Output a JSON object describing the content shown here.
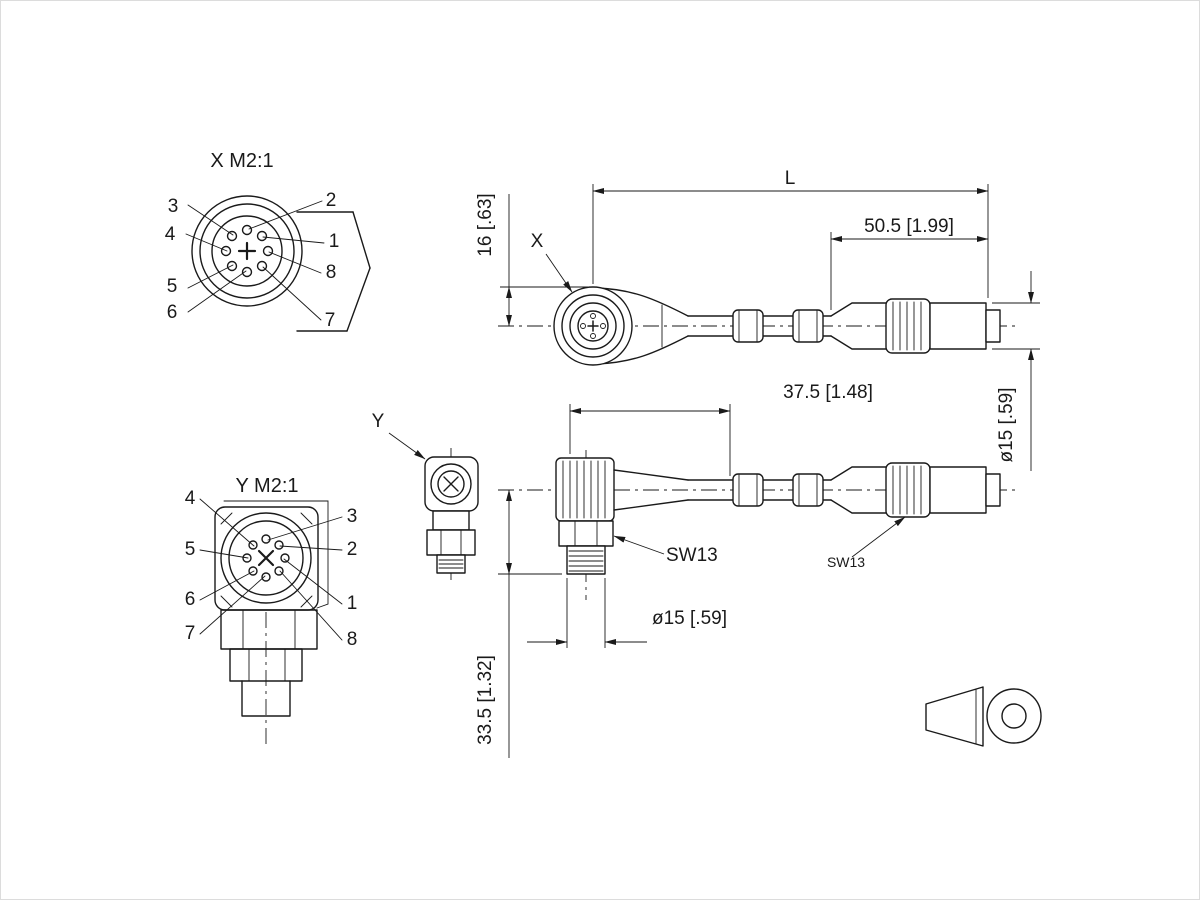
{
  "canvas": {
    "background": "#ffffff",
    "line_color": "#1a1a1a"
  },
  "views": {
    "x_face": {
      "title": "X M2:1",
      "pins": {
        "left": [
          "3",
          "4",
          "5",
          "6"
        ],
        "right": [
          "2",
          "1",
          "8",
          "7"
        ]
      }
    },
    "y_face": {
      "title": "Y M2:1",
      "pins": {
        "left": [
          "4",
          "5",
          "6",
          "7"
        ],
        "right": [
          "3",
          "2",
          "1",
          "8"
        ]
      }
    },
    "top_assembly": {
      "connector_label": "X",
      "dim_vertical": "16 [.63]",
      "dim_length": "L",
      "dim_connector": "50.5 [1.99]",
      "dim_diameter": "ø15 [.59]"
    },
    "side_assembly": {
      "connector_label": "Y",
      "dim_horizontal": "37.5 [1.48]",
      "dim_height": "33.5 [1.32]",
      "dim_diameter": "ø15 [.59]",
      "wrench_left": "SW13",
      "wrench_right": "SW13"
    }
  }
}
